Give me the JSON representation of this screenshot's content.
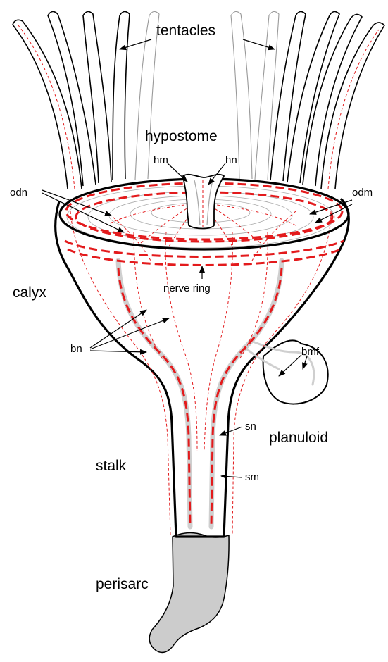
{
  "labels": {
    "tentacles": "tentacles",
    "hypostome": "hypostome",
    "hm": "hm",
    "hn": "hn",
    "odn": "odn",
    "odm": "odm",
    "calyx": "calyx",
    "nerve_ring": "nerve ring",
    "bn": "bn",
    "bmf": "bmf",
    "sn": "sn",
    "planuloid": "planuloid",
    "stalk": "stalk",
    "sm": "sm",
    "perisarc": "perisarc"
  },
  "colors": {
    "outline": "#000000",
    "nerve_red": "#e31a1c",
    "muscle_grey": "#cfcfcf",
    "perisarc_fill": "#cccccc"
  }
}
